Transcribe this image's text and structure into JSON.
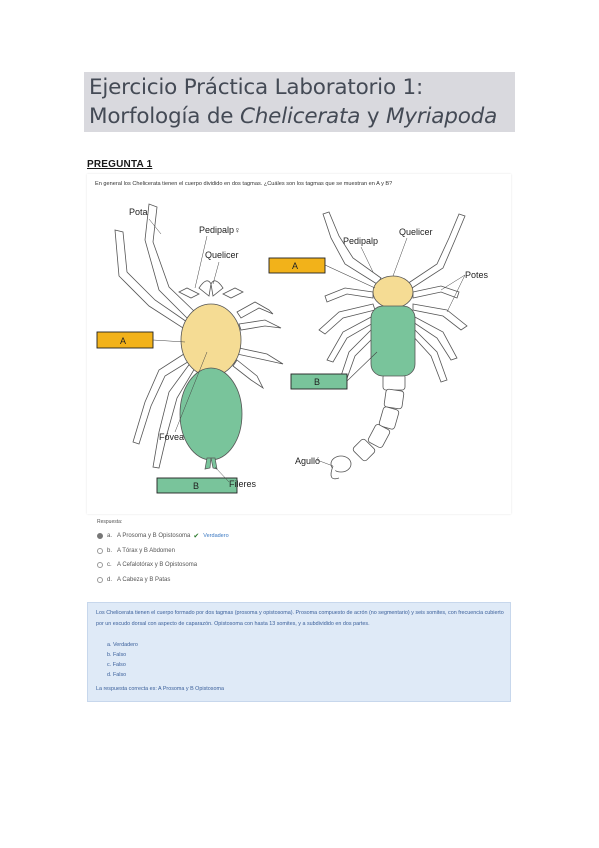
{
  "title": {
    "line1": "Ejercicio Práctica Laboratorio 1:",
    "line2_prefix": "Morfología de ",
    "line2_italic1": "Chelicerata",
    "line2_mid": " y ",
    "line2_italic2": "Myriapoda"
  },
  "question": {
    "heading": "PREGUNTA 1",
    "text": "En general los Chelicerata tienen el cuerpo dividido en dos tagmas. ¿Cuáles son los tagmas que se muestran en A y B?"
  },
  "figure": {
    "spider_labels": {
      "pota": "Pota",
      "pedipalp": "Pedipalp♀",
      "quelicer": "Quelicer",
      "fovea": "Fóvea",
      "fileres": "Fileres",
      "box_a": "A",
      "box_b": "B"
    },
    "scorpion_labels": {
      "pedipalp": "Pedipalp",
      "quelicer": "Quelicer",
      "potes": "Potes",
      "agullo": "Agulló",
      "box_a": "A",
      "box_b": "B"
    },
    "colors": {
      "prosoma": "#f5dc94",
      "opistosoma": "#79c49b",
      "label_box": "#f2b21a"
    }
  },
  "answers": {
    "heading": "Respuesta:",
    "options": [
      {
        "letter": "a.",
        "text": "A Prosoma y B Opistosoma",
        "selected": true,
        "verdict": "Verdadero"
      },
      {
        "letter": "b.",
        "text": "A Tórax y B Abdomen",
        "selected": false,
        "verdict": ""
      },
      {
        "letter": "c.",
        "text": "A Cefalotórax y B Opistosoma",
        "selected": false,
        "verdict": ""
      },
      {
        "letter": "d.",
        "text": "A Cabeza y B Patas",
        "selected": false,
        "verdict": ""
      }
    ]
  },
  "feedback": {
    "text": "Los Chelicerata tienen el cuerpo formado por dos tagmas (prosoma y opistosoma). Prosoma compuesto de acrón (no segmentario) y seis somites, con frecuencia cubierto por un escudo dorsal con aspecto de caparazón. Opistosoma con hasta 13 somites, y a subdividido en dos partes.",
    "list": [
      "a. Verdadero",
      "b. Falso",
      "c. Falso",
      "d. Falso"
    ],
    "answer": "La respuesta correcta es: A Prosoma y B Opistosoma"
  }
}
